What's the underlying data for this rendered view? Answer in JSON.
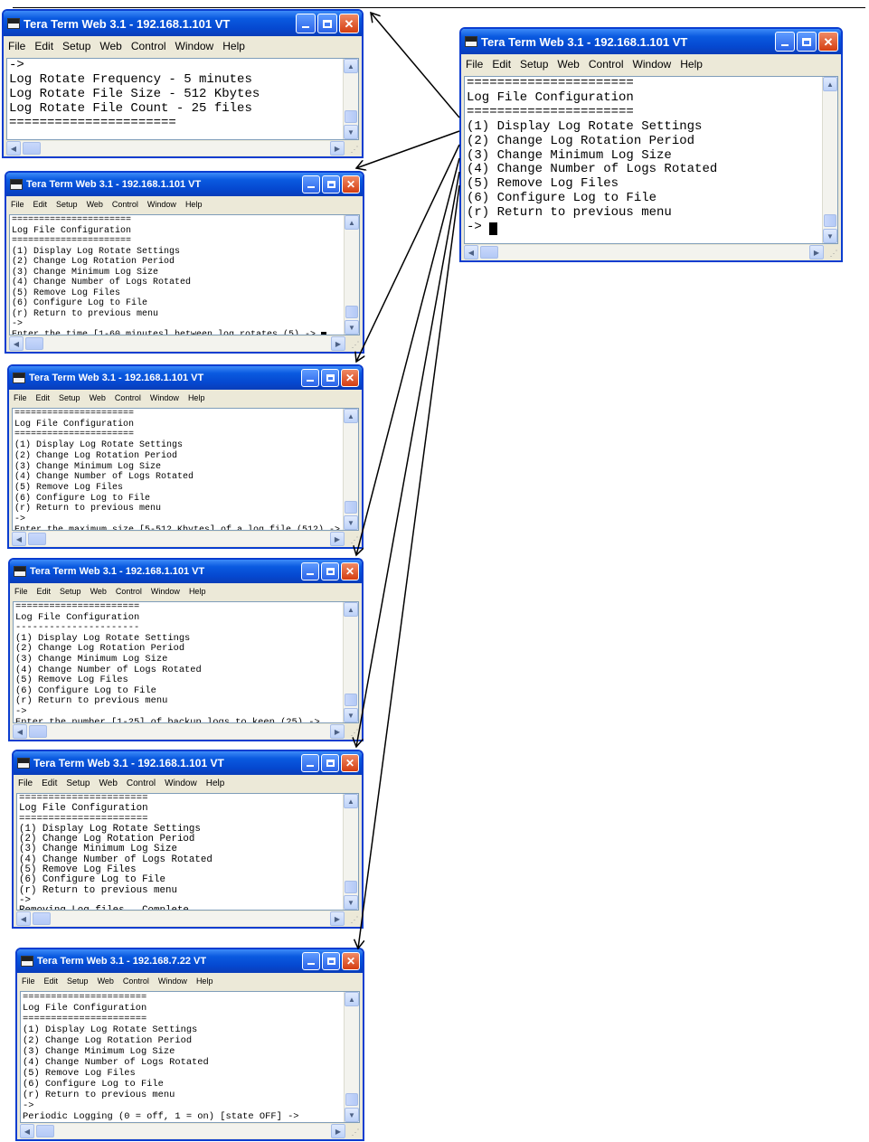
{
  "menu": [
    "File",
    "Edit",
    "Setup",
    "Web",
    "Control",
    "Window",
    "Help"
  ],
  "icons": {
    "app": "teraterm-icon",
    "minimize": "minimize-icon",
    "maximize": "maximize-icon",
    "close": "close-icon"
  },
  "colors": {
    "titlebar": "#0a5ae0",
    "close": "#d43e12",
    "frame": "#0a3dd0"
  },
  "windows": [
    {
      "id": "main",
      "title": "Tera Term Web 3.1 - 192.168.1.101 VT",
      "lines": [
        "======================",
        "Log File Configuration",
        "======================",
        "(1) Display Log Rotate Settings",
        "(2) Change Log Rotation Period",
        "(3) Change Minimum Log Size",
        "(4) Change Number of Logs Rotated",
        "(5) Remove Log Files",
        "(6) Configure Log to File",
        "(r) Return to previous menu",
        "-> "
      ]
    },
    {
      "id": "display",
      "title": "Tera Term Web 3.1 - 192.168.1.101 VT",
      "lines": [
        "->",
        "Log Rotate Frequency - 5 minutes",
        "Log Rotate File Size - 512 Kbytes",
        "Log Rotate File Count - 25 files",
        "======================"
      ]
    },
    {
      "id": "period",
      "title": "Tera Term Web 3.1 - 192.168.1.101 VT",
      "lines": [
        "======================",
        "Log File Configuration",
        "======================",
        "(1) Display Log Rotate Settings",
        "(2) Change Log Rotation Period",
        "(3) Change Minimum Log Size",
        "(4) Change Number of Logs Rotated",
        "(5) Remove Log Files",
        "(6) Configure Log to File",
        "(r) Return to previous menu",
        "->",
        "Enter the time [1-60 minutes] between log rotates (5) -> "
      ]
    },
    {
      "id": "size",
      "title": "Tera Term Web 3.1 - 192.168.1.101 VT",
      "lines": [
        "======================",
        "Log File Configuration",
        "======================",
        "(1) Display Log Rotate Settings",
        "(2) Change Log Rotation Period",
        "(3) Change Minimum Log Size",
        "(4) Change Number of Logs Rotated",
        "(5) Remove Log Files",
        "(6) Configure Log to File",
        "(r) Return to previous menu",
        "->",
        "Enter the maximum size [5-512 Kbytes] of a log file (512) -> "
      ]
    },
    {
      "id": "count",
      "title": "Tera Term Web 3.1 - 192.168.1.101 VT",
      "lines": [
        "======================",
        "Log File Configuration",
        "----------------------",
        "(1) Display Log Rotate Settings",
        "(2) Change Log Rotation Period",
        "(3) Change Minimum Log Size",
        "(4) Change Number of Logs Rotated",
        "(5) Remove Log Files",
        "(6) Configure Log to File",
        "(r) Return to previous menu",
        "->",
        "Enter the number [1-25] of backup logs to keep (25) ->"
      ]
    },
    {
      "id": "remove",
      "title": "Tera Term Web 3.1 - 192.168.1.101 VT",
      "lines": [
        "======================",
        "Log File Configuration",
        "======================",
        "(1) Display Log Rotate Settings",
        "(2) Change Log Rotation Period",
        "(3) Change Minimum Log Size",
        "(4) Change Number of Logs Rotated",
        "(5) Remove Log Files",
        "(6) Configure Log to File",
        "(r) Return to previous menu",
        "->",
        "Removing Log files...Complete"
      ]
    },
    {
      "id": "logfile",
      "title": "Tera Term Web 3.1 - 192.168.7.22 VT",
      "lines": [
        "======================",
        "Log File Configuration",
        "======================",
        "(1) Display Log Rotate Settings",
        "(2) Change Log Rotation Period",
        "(3) Change Minimum Log Size",
        "(4) Change Number of Logs Rotated",
        "(5) Remove Log Files",
        "(6) Configure Log to File",
        "(r) Return to previous menu",
        "->",
        "Periodic Logging (0 = off, 1 = on) [state OFF] ->"
      ]
    }
  ]
}
